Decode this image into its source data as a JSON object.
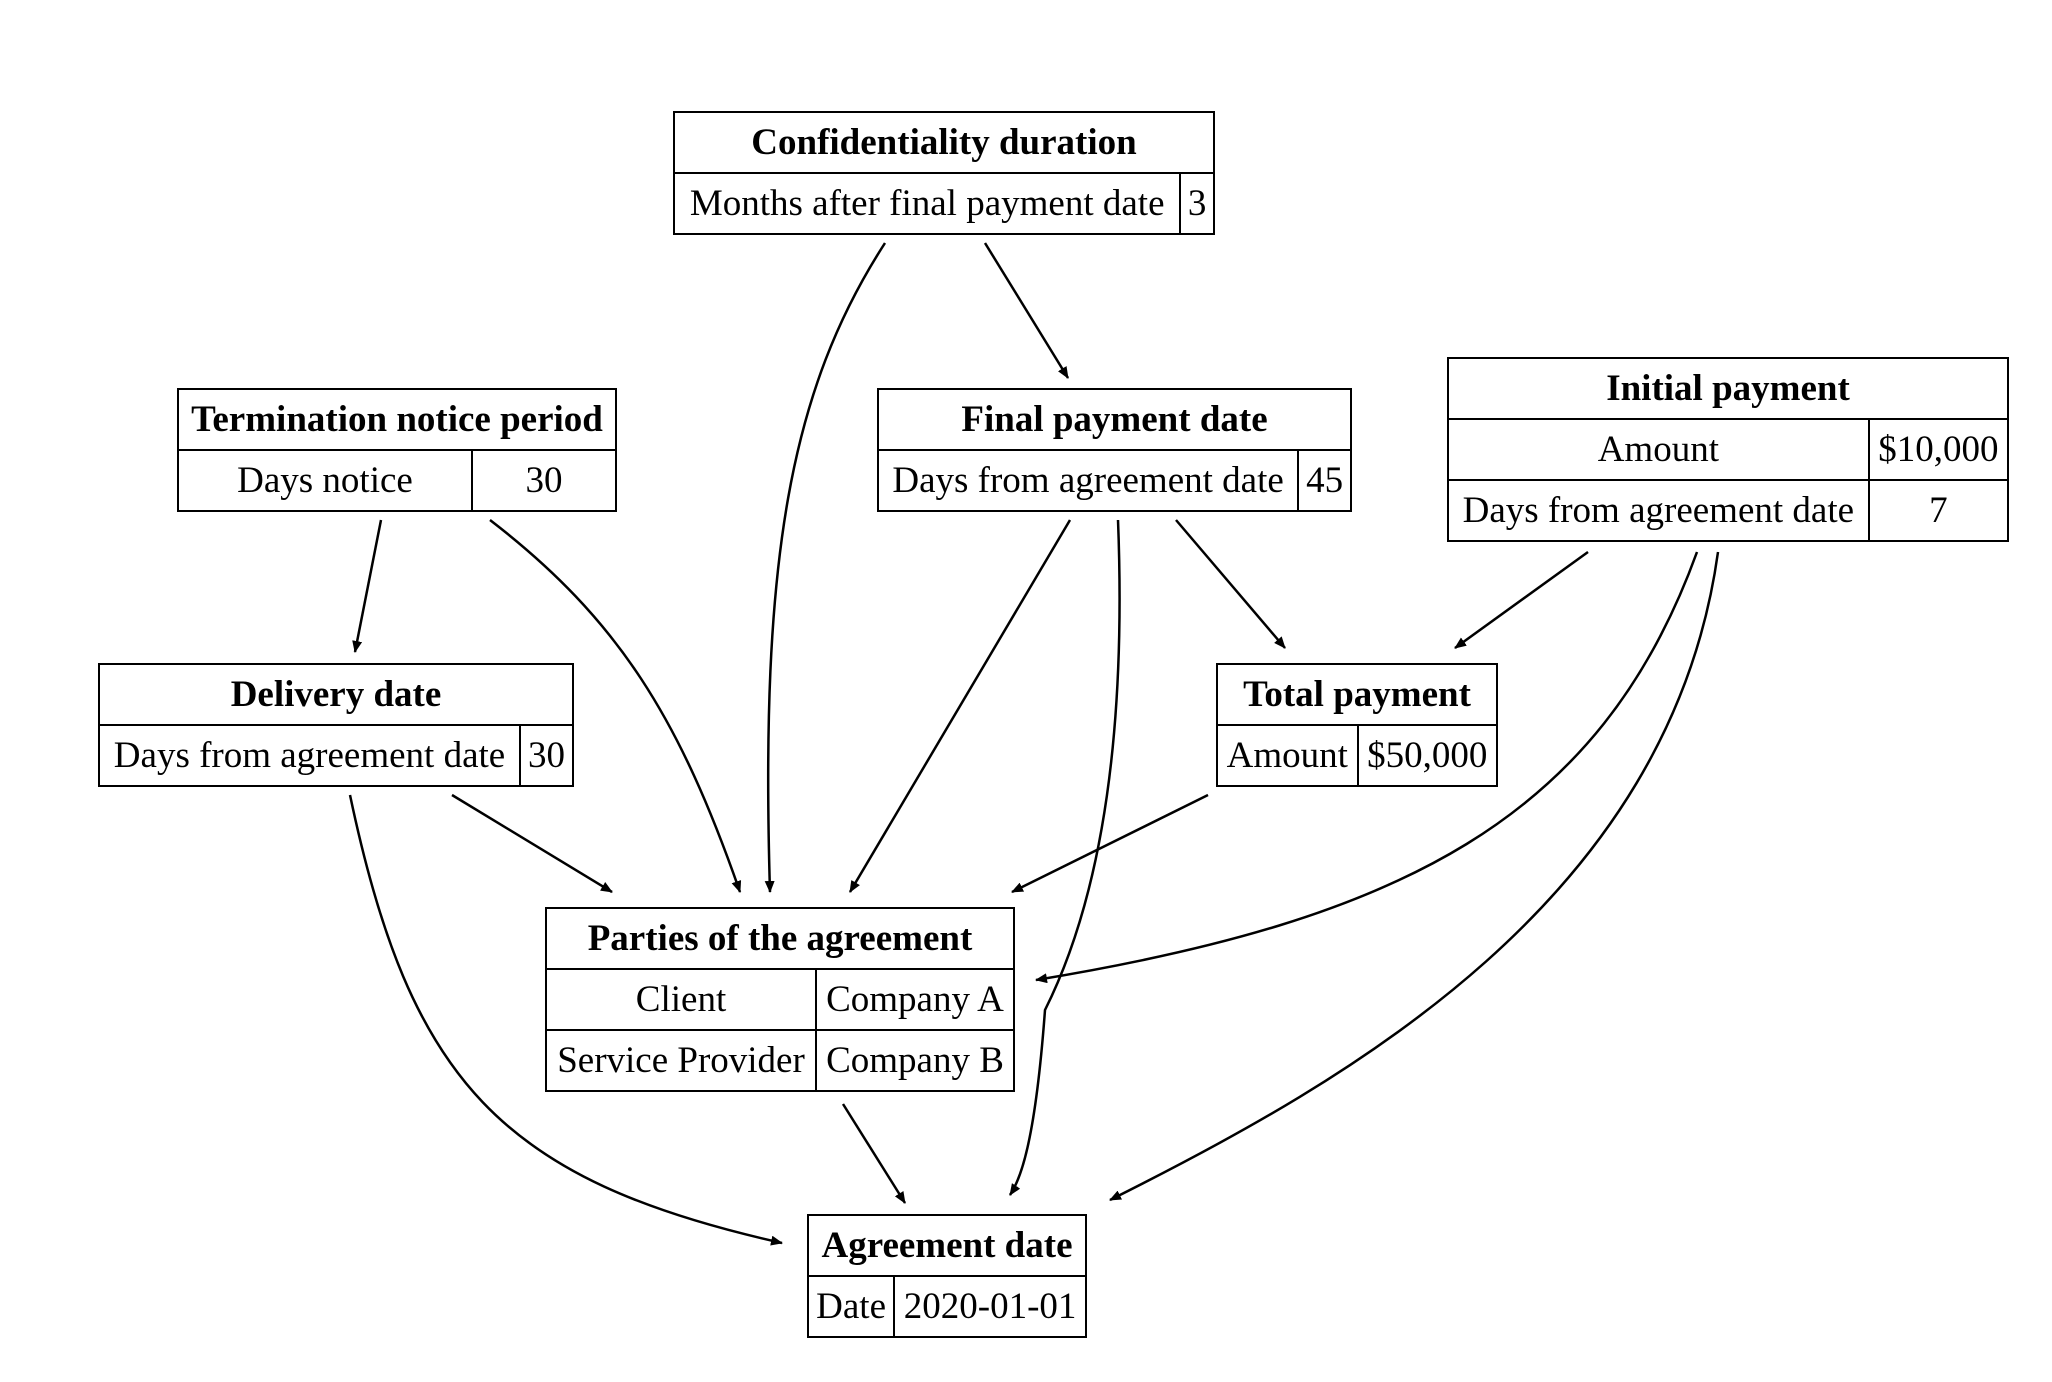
{
  "nodes": {
    "confidentiality": {
      "title": "Confidentiality duration",
      "rows": [
        [
          "Months after final payment date",
          "3"
        ]
      ]
    },
    "termination": {
      "title": "Termination notice period",
      "rows": [
        [
          "Days notice",
          "30"
        ]
      ]
    },
    "final_payment": {
      "title": "Final payment date",
      "rows": [
        [
          "Days from agreement date",
          "45"
        ]
      ]
    },
    "initial_payment": {
      "title": "Initial payment",
      "rows": [
        [
          "Amount",
          "$10,000"
        ],
        [
          "Days from agreement date",
          "7"
        ]
      ]
    },
    "delivery": {
      "title": "Delivery date",
      "rows": [
        [
          "Days from agreement date",
          "30"
        ]
      ]
    },
    "total_payment": {
      "title": "Total payment",
      "rows": [
        [
          "Amount",
          "$50,000"
        ]
      ]
    },
    "parties": {
      "title": "Parties of the agreement",
      "rows": [
        [
          "Client",
          "Company A"
        ],
        [
          "Service Provider",
          "Company B"
        ]
      ]
    },
    "agreement_date": {
      "title": "Agreement date",
      "rows": [
        [
          "Date",
          "2020-01-01"
        ]
      ]
    }
  },
  "edges": [
    {
      "from": "confidentiality",
      "to": "parties"
    },
    {
      "from": "confidentiality",
      "to": "final_payment"
    },
    {
      "from": "termination",
      "to": "delivery"
    },
    {
      "from": "termination",
      "to": "parties"
    },
    {
      "from": "final_payment",
      "to": "parties"
    },
    {
      "from": "final_payment",
      "to": "agreement_date"
    },
    {
      "from": "final_payment",
      "to": "total_payment"
    },
    {
      "from": "initial_payment",
      "to": "total_payment"
    },
    {
      "from": "initial_payment",
      "to": "parties"
    },
    {
      "from": "initial_payment",
      "to": "agreement_date"
    },
    {
      "from": "delivery",
      "to": "parties"
    },
    {
      "from": "delivery",
      "to": "agreement_date"
    },
    {
      "from": "total_payment",
      "to": "parties"
    },
    {
      "from": "parties",
      "to": "agreement_date"
    }
  ]
}
